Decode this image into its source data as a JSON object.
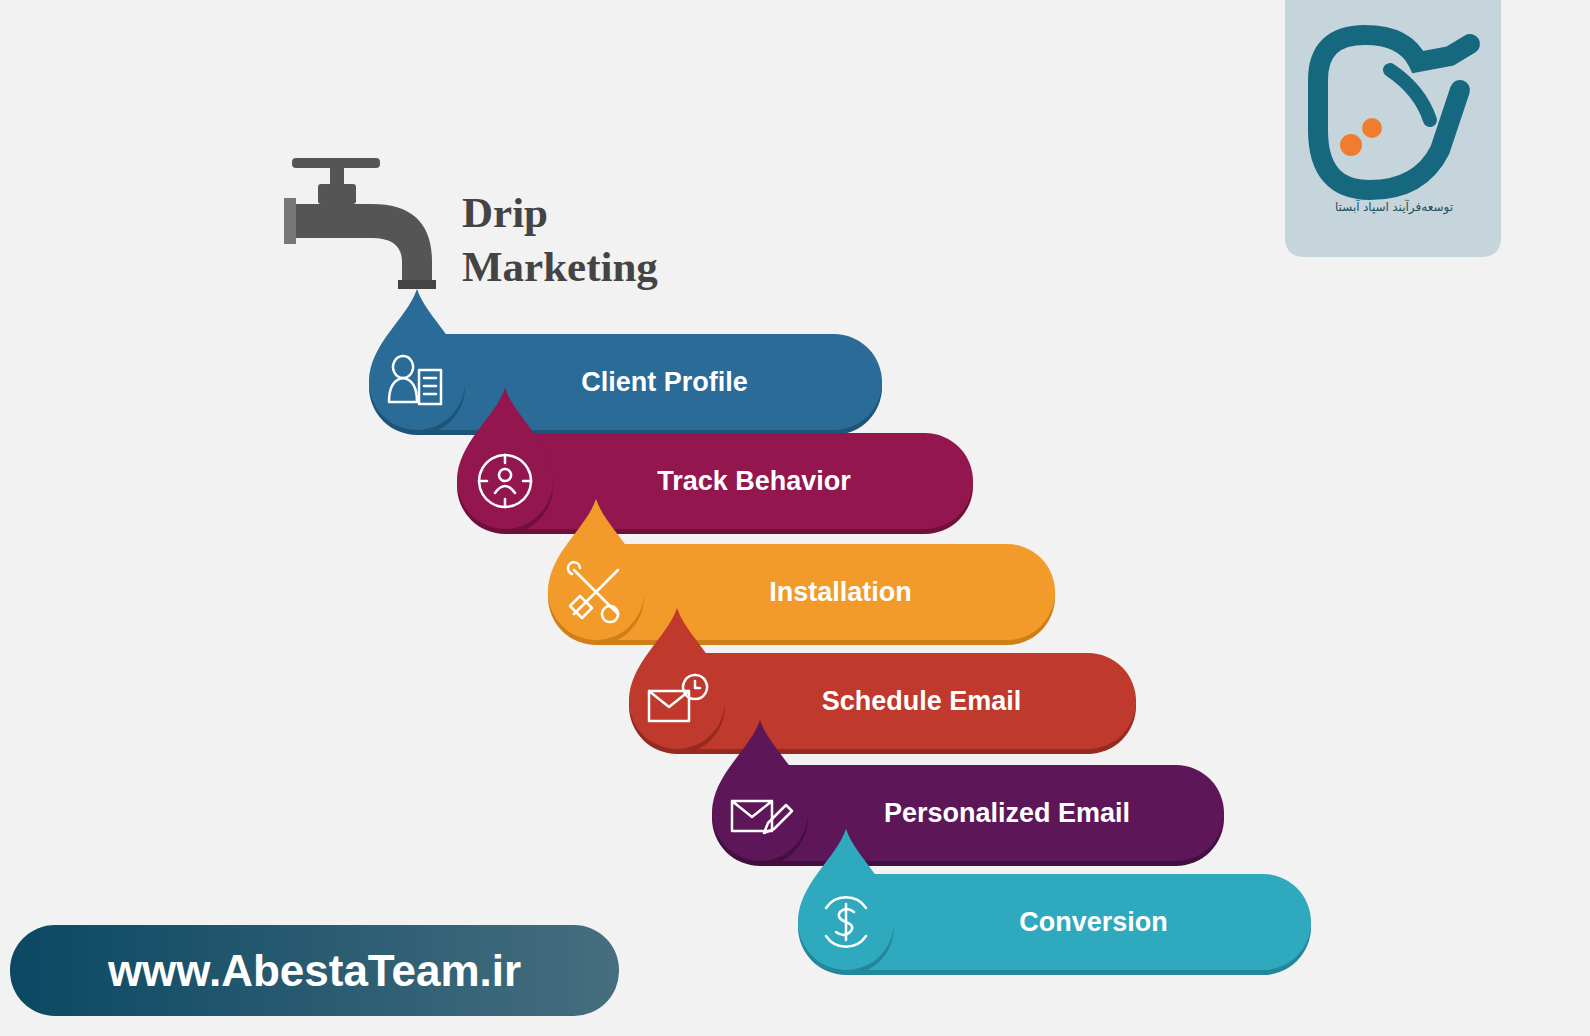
{
  "diagram": {
    "title": "Drip Marketing",
    "nodes": [
      {
        "text": [
          "Client Profile"
        ]
      },
      {
        "text": [
          "Track Behavior"
        ]
      },
      {
        "text": [
          "Installation"
        ]
      },
      {
        "text": [
          "Schedule Email"
        ]
      },
      {
        "text": [
          "Personalized Email"
        ]
      },
      {
        "text": [
          "Conversion"
        ]
      }
    ],
    "labels": [
      "توسعه‌فرآیند اسپاد آبستا",
      "www.AbestaTeam.ir"
    ]
  }
}
